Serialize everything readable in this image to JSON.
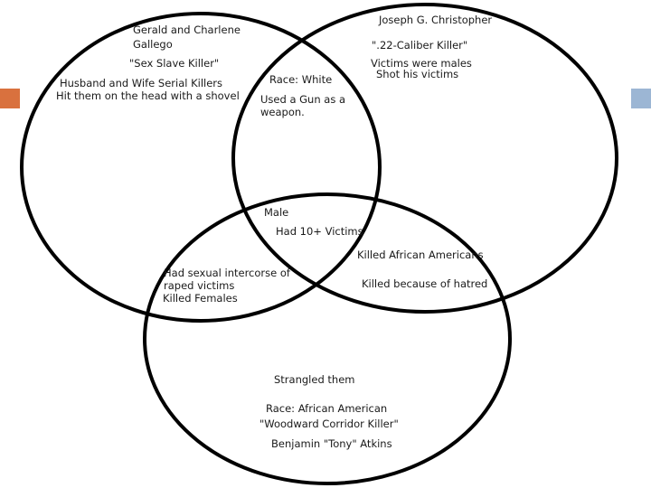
{
  "colors": {
    "marker_left": "#d9713e",
    "marker_right": "#9cb6d4",
    "circle_stroke": "#000000"
  },
  "circle_left": {
    "line1": "Gerald and Charlene",
    "line2": "Gallego",
    "line3": "\"Sex Slave Killer\"",
    "line4": "Husband and Wife Serial Killers",
    "line5": "Hit them on the head with a shovel"
  },
  "circle_right": {
    "line1": "Joseph G. Christopher",
    "line2": "\".22-Caliber Killer\"",
    "line3": "Victims were males",
    "line4": "Shot his victims"
  },
  "circle_bottom": {
    "line1": "Strangled them",
    "line2": "Race: African American",
    "line3": "\"Woodward Corridor Killer\"",
    "line4": "Benjamin \"Tony\" Atkins"
  },
  "overlap_left_right": {
    "line1": "Race: White",
    "line2": "Used a Gun as a",
    "line3": "weapon."
  },
  "overlap_left_bottom": {
    "line1": "Had sexual intercorse of",
    "line2": "raped victims",
    "line3": "Killed Females"
  },
  "overlap_right_bottom": {
    "line1": "Killed African Americans",
    "line2": "Killed because of hatred"
  },
  "overlap_all": {
    "line1": "Male",
    "line2": "Had 10+ Victims"
  }
}
